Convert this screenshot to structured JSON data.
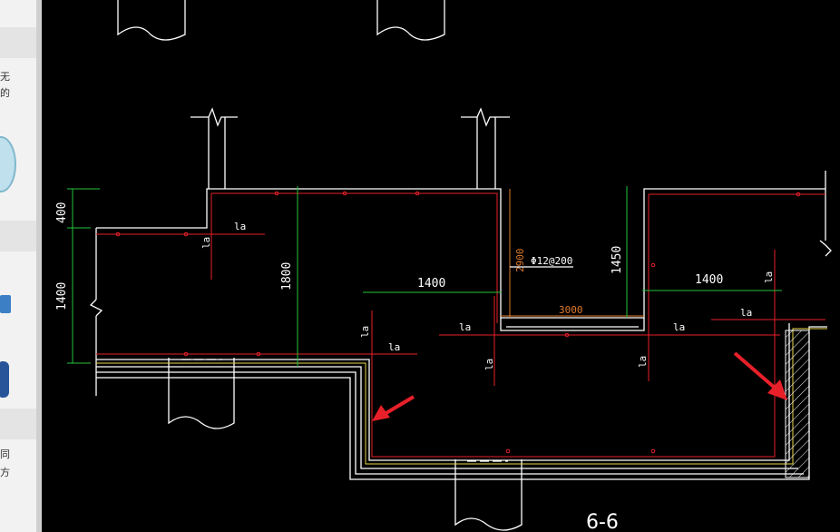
{
  "sidebar": {
    "snippet_top": "无",
    "snippet_top2": "的",
    "snippet_bottom": "同",
    "snippet_bottom2": "方"
  },
  "drawing": {
    "dimensions": {
      "d400": "400",
      "d1400_left": "1400",
      "d1800": "1800",
      "d1400_mid": "1400",
      "d2900": "2900",
      "d3000": "3000",
      "d1450": "1450",
      "d1400_right": "1400"
    },
    "rebar_note": "Φ12@200",
    "anchor_label": "la",
    "section_label": "6-6"
  },
  "colors": {
    "background": "#000000",
    "rebar": "#e8202a",
    "dimension": "#23c43b",
    "outline": "#ffffff",
    "arrow": "#e8202a"
  }
}
